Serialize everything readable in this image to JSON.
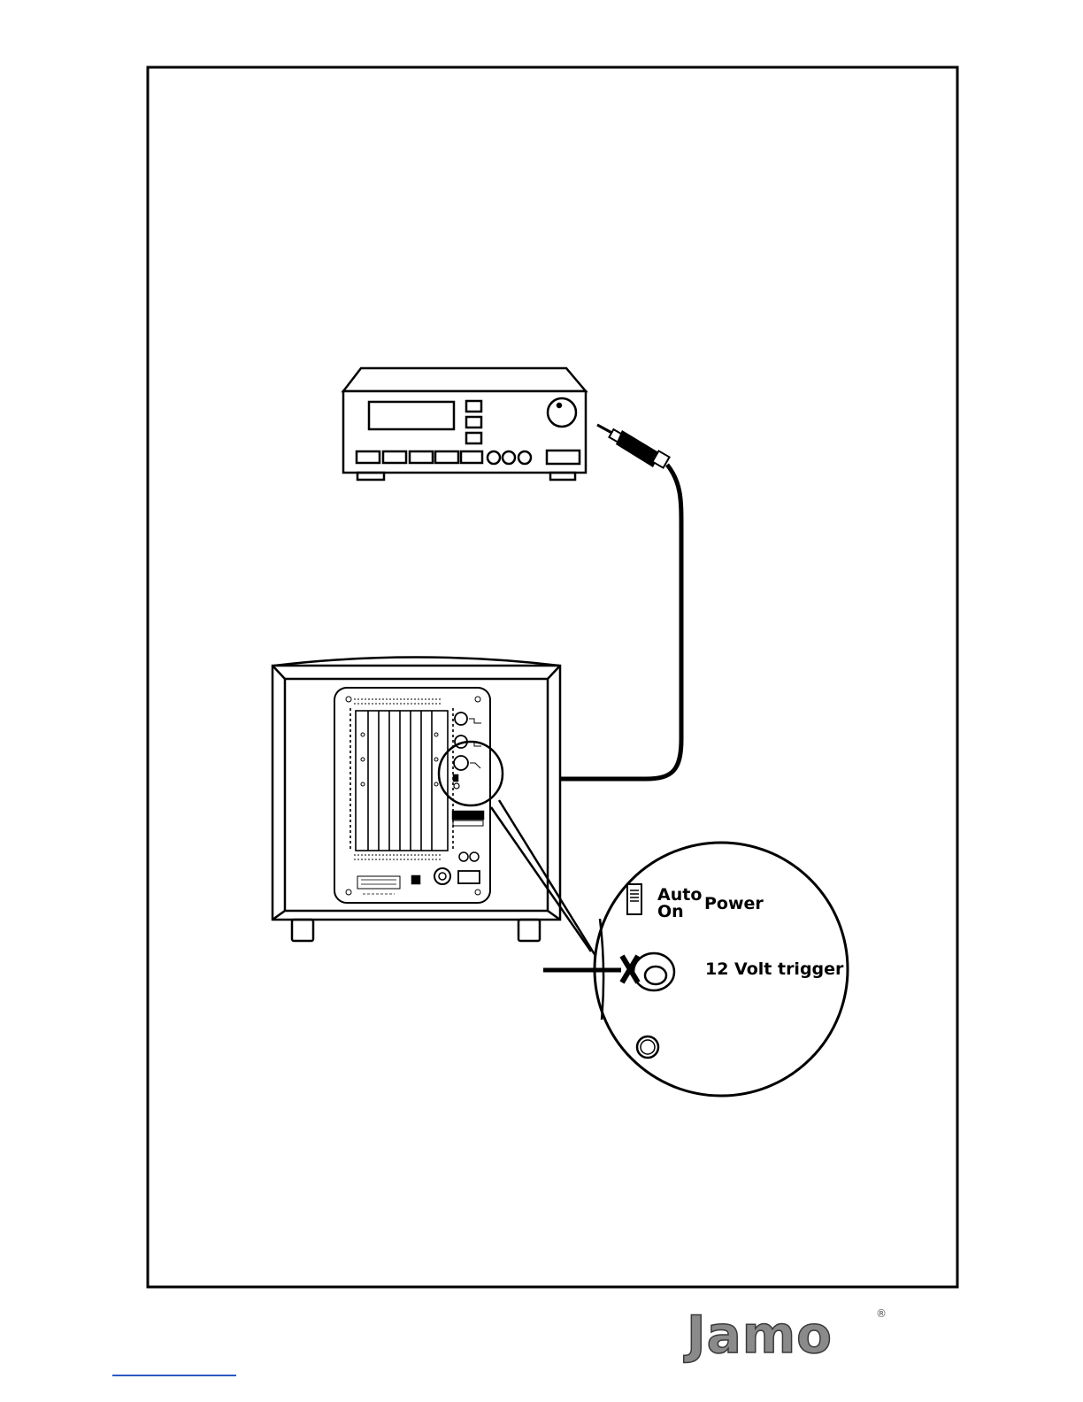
{
  "labels": {
    "auto": "Auto",
    "on": "On",
    "power": "Power",
    "trigger": "12 Volt trigger"
  },
  "logo": {
    "brand": "Jamo",
    "registered": "®"
  },
  "colors": {
    "ink": "#000000",
    "logo_fill": "#8a8a8a",
    "link_underline": "#2b59c3"
  },
  "icons": [
    "receiver-icon",
    "subwoofer-icon",
    "cable-plug-icon",
    "toggle-switch-icon",
    "trigger-jack-icon",
    "arrow-icon",
    "cross-icon"
  ]
}
